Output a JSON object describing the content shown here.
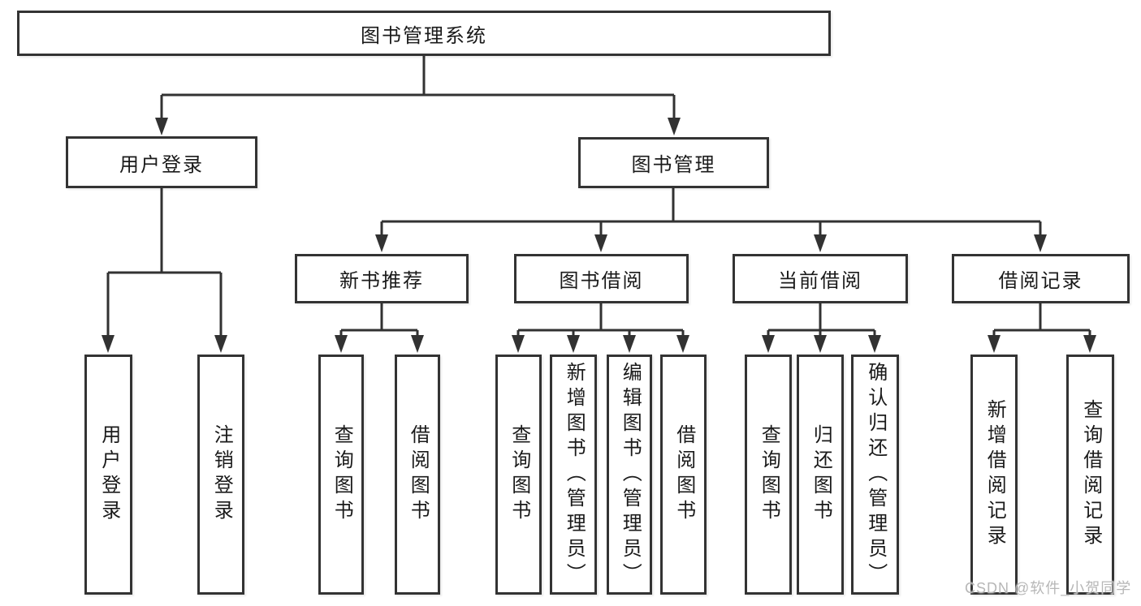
{
  "page": {
    "background": "#ffffff"
  },
  "diagram": {
    "root": {
      "label": "图书管理系统"
    },
    "level2": {
      "user_login": {
        "label": "用户登录"
      },
      "book_mgmt": {
        "label": "图书管理"
      }
    },
    "level3": {
      "new_book_rec": {
        "label": "新书推荐"
      },
      "book_borrow": {
        "label": "图书借阅"
      },
      "current_borrow": {
        "label": "当前借阅"
      },
      "borrow_records": {
        "label": "借阅记录"
      }
    },
    "leaves": {
      "user_login": [
        "用户登录",
        "注销登录"
      ],
      "new_book_rec": [
        "查询图书",
        "借阅图书"
      ],
      "book_borrow": [
        "查询图书",
        "新增图书（管理员）",
        "编辑图书（管理员）",
        "借阅图书"
      ],
      "current_borrow": [
        "查询图书",
        "归还图书",
        "确认归还（管理员）"
      ],
      "borrow_records": [
        "新增借阅记录",
        "查询借阅记录"
      ]
    },
    "colors": {
      "line": "#323232",
      "box_background": "#ffffff",
      "text": "#1a1a1a",
      "watermark": "#b7b7b7"
    }
  },
  "watermark": {
    "text": "CSDN @软件_小贺同学"
  }
}
